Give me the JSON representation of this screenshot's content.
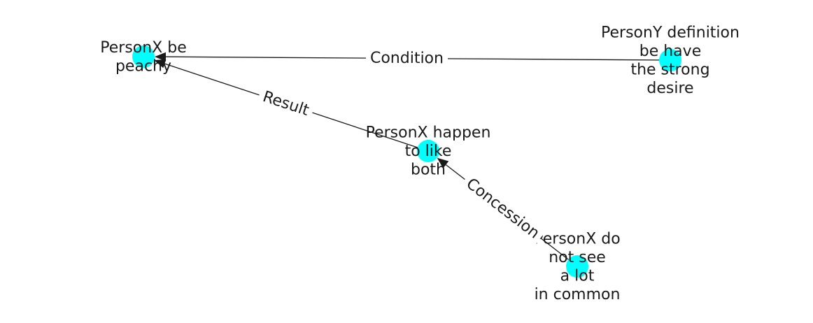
{
  "graph": {
    "node_color": "#00ffff",
    "edge_color": "#1a1a1a",
    "nodes": [
      {
        "id": "n_peachy",
        "label_lines": [
          "PersonX be",
          "peachy"
        ]
      },
      {
        "id": "n_desire",
        "label_lines": [
          "PersonY definition",
          "be have",
          "the strong",
          "desire"
        ]
      },
      {
        "id": "n_like",
        "label_lines": [
          "PersonX happen",
          "to like",
          "both"
        ]
      },
      {
        "id": "n_common",
        "label_lines": [
          "PersonX do",
          "not see",
          "a lot",
          "in common"
        ]
      }
    ],
    "edges": [
      {
        "id": "e_condition",
        "source": "n_desire",
        "target": "n_peachy",
        "label": "Condition"
      },
      {
        "id": "e_result",
        "source": "n_like",
        "target": "n_peachy",
        "label": "Result"
      },
      {
        "id": "e_concession",
        "source": "n_common",
        "target": "n_like",
        "label": "Concession"
      }
    ]
  }
}
